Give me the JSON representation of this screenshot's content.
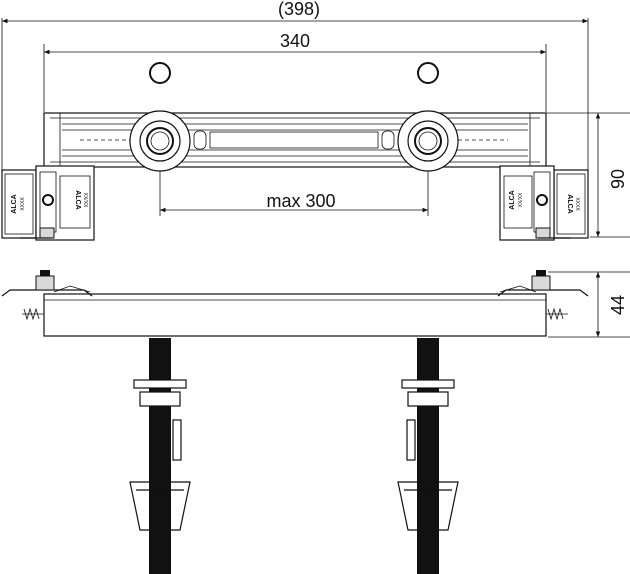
{
  "dimensions": {
    "overall_width": "(398)",
    "center_width": "340",
    "outlet_spacing": "max 300",
    "height_top_view": "90",
    "height_side_view": "44"
  },
  "clamp_labels": {
    "brand": "ALCA",
    "code": "XX/XX",
    "code_alt": "XXXX"
  }
}
